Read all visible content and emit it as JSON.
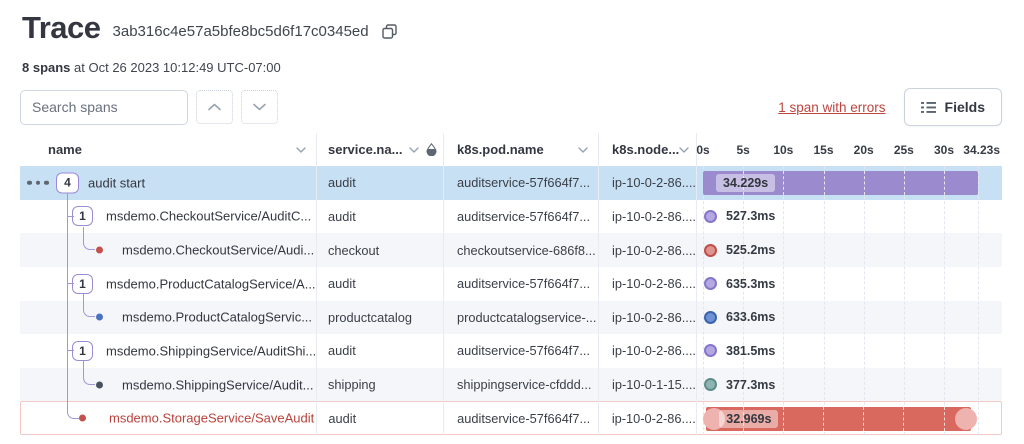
{
  "header": {
    "title": "Trace",
    "trace_id": "3ab316c4e57a5bfe8bc5d6f17c0345ed",
    "span_count": "8 spans",
    "timestamp_rest": " at Oct 26 2023 10:12:49 UTC-07:00"
  },
  "toolbar": {
    "search_placeholder": "Search spans",
    "errors_link": "1 span with errors",
    "fields_label": "Fields"
  },
  "icons": {
    "copy": "copy-icon (overlapping squares)",
    "prev_match": "chevron-up-icon",
    "next_match": "chevron-down-icon",
    "fields": "list-icon",
    "sort": "chevron-down-icon",
    "color_by": "droplet-icon",
    "row_menu": "three-dots"
  },
  "table": {
    "columns": [
      {
        "label": "name"
      },
      {
        "label": "service.na..."
      },
      {
        "label": "k8s.pod.name"
      },
      {
        "label": "k8s.node..."
      }
    ],
    "timeline": {
      "max_s": 34.23,
      "ticks": [
        {
          "t": 0,
          "label": "0s"
        },
        {
          "t": 5,
          "label": "5s"
        },
        {
          "t": 10,
          "label": "10s"
        },
        {
          "t": 15,
          "label": "15s"
        },
        {
          "t": 20,
          "label": "20s"
        },
        {
          "t": 25,
          "label": "25s"
        },
        {
          "t": 30,
          "label": "30s"
        },
        {
          "t": 34.23,
          "label": "34.23s"
        }
      ]
    },
    "rows": [
      {
        "name": "audit start",
        "badge": "4",
        "service": "audit",
        "pod": "auditservice-57f664f7...",
        "node": "ip-10-0-2-86....",
        "duration": "34.229s",
        "viz": "bar",
        "color": "purple",
        "start_s": 0,
        "length_s": 34.229,
        "selected": true
      },
      {
        "name": "msdemo.CheckoutService/AuditC...",
        "badge": "1",
        "service": "audit",
        "pod": "auditservice-57f664f7...",
        "node": "ip-10-0-2-86....",
        "duration": "527.3ms",
        "viz": "dot",
        "color": "purple"
      },
      {
        "name": "msdemo.CheckoutService/Audi...",
        "service": "checkout",
        "pod": "checkoutservice-686f8...",
        "node": "ip-10-0-2-86....",
        "duration": "525.2ms",
        "viz": "dot",
        "color": "red",
        "tree_dot": "red"
      },
      {
        "name": "msdemo.ProductCatalogService/A...",
        "badge": "1",
        "service": "audit",
        "pod": "auditservice-57f664f7...",
        "node": "ip-10-0-2-86....",
        "duration": "635.3ms",
        "viz": "dot",
        "color": "purple"
      },
      {
        "name": "msdemo.ProductCatalogServic...",
        "service": "productcatalog",
        "pod": "productcatalogservice-...",
        "node": "ip-10-0-2-86....",
        "duration": "633.6ms",
        "viz": "dot",
        "color": "blue",
        "tree_dot": "blue"
      },
      {
        "name": "msdemo.ShippingService/AuditShi...",
        "badge": "1",
        "service": "audit",
        "pod": "auditservice-57f664f7...",
        "node": "ip-10-0-2-86....",
        "duration": "381.5ms",
        "viz": "dot",
        "color": "purple"
      },
      {
        "name": "msdemo.ShippingService/Audit...",
        "service": "shipping",
        "pod": "shippingservice-cfddd...",
        "node": "ip-10-0-1-15....",
        "duration": "377.3ms",
        "viz": "dot",
        "color": "teal",
        "tree_dot": "dark"
      },
      {
        "name": "msdemo.StorageService/SaveAudit",
        "service": "audit",
        "pod": "auditservice-57f664f7...",
        "node": "ip-10-0-2-86....",
        "duration": "32.969s",
        "viz": "bar",
        "color": "red",
        "start_s": 0.45,
        "length_s": 32.969,
        "error": true,
        "tree_dot": "red"
      }
    ]
  },
  "colors": {
    "selected_row": "#c8e0f4",
    "stripe_row": "#f4f6f9",
    "accent_purple": "#9c8ace",
    "error_red": "#d9685f",
    "link_red": "#bd453f",
    "tree_line": "#a496d8"
  }
}
